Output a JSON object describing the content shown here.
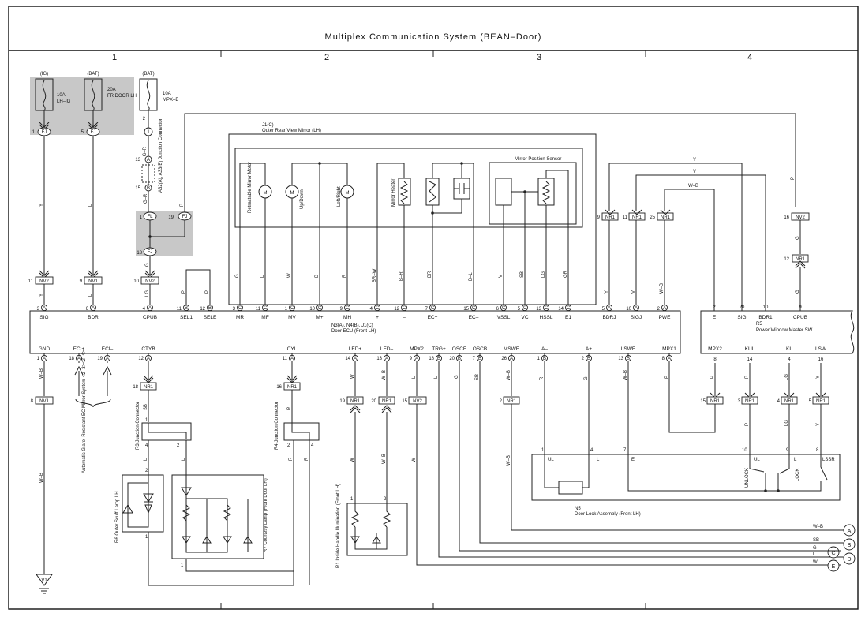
{
  "title": "Multiplex Communication System (BEAN–Door)",
  "columns": [
    "1",
    "2",
    "3",
    "4"
  ],
  "fuses": [
    {
      "id": "fuse-lhig",
      "supply": "(IG)",
      "rating": "10A",
      "name": "LH–IG",
      "pin": "1",
      "conn": "FJ"
    },
    {
      "id": "fuse-frdoor",
      "supply": "(BAT)",
      "rating": "20A",
      "name": "FR DOOR LH",
      "pin": "5",
      "conn": "FJ"
    },
    {
      "id": "fuse-mpxb",
      "supply": "(BAT)",
      "rating": "10A",
      "name": "MPX–B",
      "pin": "2",
      "conn": "1"
    }
  ],
  "junction_connector": {
    "label": "A32(A), A33(B) Junction Connector",
    "pin_a": "13",
    "conn_a": "A",
    "pin_b": "15",
    "conn_b": "B"
  },
  "jc_pins": [
    {
      "pin": "1",
      "conn": "FL"
    },
    {
      "pin": "19",
      "conn": "FJ"
    },
    {
      "pin": "18",
      "conn": "FJ"
    }
  ],
  "mirror": {
    "ref": "J1(C)",
    "name": "Outer Rear View Mirror (LH)",
    "sensor_label": "Mirror Position Sensor",
    "motors": [
      "Retractable Mirror Motor",
      "Up/Down",
      "Left/Right"
    ],
    "motor_symbol": "M",
    "heater": "Mirror Heater"
  },
  "ecu": {
    "ref": "N3(A), N4(B), J1(C)",
    "name": "Door ECU (Front LH)",
    "top_terminals": [
      {
        "n": "3",
        "c": "A",
        "label": "SIG"
      },
      {
        "n": "6",
        "c": "A",
        "label": "BDR"
      },
      {
        "n": "4",
        "c": "A",
        "label": "CPUB"
      },
      {
        "n": "11",
        "c": "B",
        "label": "SEL1"
      },
      {
        "n": "12",
        "c": "B",
        "label": "SELE"
      },
      {
        "n": "3",
        "c": "C",
        "label": "MR"
      },
      {
        "n": "11",
        "c": "C",
        "label": "MF"
      },
      {
        "n": "1",
        "c": "C",
        "label": "MV"
      },
      {
        "n": "10",
        "c": "C",
        "label": "M+"
      },
      {
        "n": "9",
        "c": "C",
        "label": "MH"
      },
      {
        "n": "4",
        "c": "C",
        "label": "+"
      },
      {
        "n": "12",
        "c": "C",
        "label": "–"
      },
      {
        "n": "7",
        "c": "C",
        "label": "EC+"
      },
      {
        "n": "15",
        "c": "C",
        "label": "EC–"
      },
      {
        "n": "6",
        "c": "C",
        "label": "VSSL"
      },
      {
        "n": "5",
        "c": "C",
        "label": "VC"
      },
      {
        "n": "13",
        "c": "C",
        "label": "HSSL"
      },
      {
        "n": "14",
        "c": "C",
        "label": "E1"
      },
      {
        "n": "5",
        "c": "A",
        "label": "BDRJ"
      },
      {
        "n": "10",
        "c": "A",
        "label": "SIGJ"
      },
      {
        "n": "2",
        "c": "A",
        "label": "PWE"
      }
    ],
    "bottom_terminals": [
      {
        "n": "1",
        "c": "A",
        "label": "GND"
      },
      {
        "n": "18",
        "c": "A",
        "label": "ECI+"
      },
      {
        "n": "19",
        "c": "A",
        "label": "ECI–"
      },
      {
        "n": "12",
        "c": "A",
        "label": "CTYB"
      },
      {
        "n": "11",
        "c": "A",
        "label": "CYL"
      },
      {
        "n": "14",
        "c": "A",
        "label": "LED+"
      },
      {
        "n": "13",
        "c": "A",
        "label": "LED–"
      },
      {
        "n": "9",
        "c": "A",
        "label": "MPX2"
      },
      {
        "n": "18",
        "c": "B",
        "label": "TRG+"
      },
      {
        "n": "20",
        "c": "B",
        "label": "OSCE"
      },
      {
        "n": "7",
        "c": "B",
        "label": "OSCB"
      },
      {
        "n": "26",
        "c": "A",
        "label": "MSWE"
      },
      {
        "n": "1",
        "c": "B",
        "label": "A–"
      },
      {
        "n": "2",
        "c": "B",
        "label": "A+"
      },
      {
        "n": "13",
        "c": "B",
        "label": "LSWE"
      },
      {
        "n": "8",
        "c": "A",
        "label": "MPX1"
      }
    ]
  },
  "pws": {
    "ref": "R5",
    "name": "Power Window Master SW",
    "top_terminals": [
      {
        "n": "2",
        "label": "E"
      },
      {
        "n": "20",
        "label": "SIG"
      },
      {
        "n": "10",
        "label": "BDR1"
      },
      {
        "n": "9",
        "label": "CPUB"
      }
    ],
    "bottom_terminals": [
      {
        "n": "8",
        "label": "MPX2"
      },
      {
        "n": "14",
        "label": "KUL"
      },
      {
        "n": "4",
        "label": "KL"
      },
      {
        "n": "16",
        "label": "LSW"
      }
    ]
  },
  "wire_colors": [
    "Y",
    "L",
    "G–R",
    "P",
    "LG",
    "G",
    "W",
    "B",
    "R",
    "BR–W",
    "B–R",
    "BR",
    "B–L",
    "V",
    "SB",
    "GR",
    "W–B"
  ],
  "connector_tags": {
    "nv1": "NV1",
    "nv2": "NV2",
    "nr1": "NR1",
    "fj": "FJ",
    "fl": "FL"
  },
  "tag_pins": {
    "nv2_a": "11",
    "nv1_a": "9",
    "nv2_b": "10",
    "nr1_bdrj": "9",
    "nr1_sigj": "11",
    "nr1_pwe": "25",
    "nv2_c": "16",
    "nr1_c": "12",
    "nv1_gnd": "8",
    "nr1_ctyb": "18",
    "nr1_cyl": "16",
    "nr1_led1": "19",
    "nr1_led2": "20",
    "nv2_mpx": "15",
    "nr1_mswe": "2",
    "nr1_mpx1": "15",
    "nr1_kul": "3",
    "nr1_kl": "4",
    "nr1_lsw": "5"
  },
  "connectors": {
    "r3": "R3 Junction Connector",
    "r4": "R4 Junction Connector",
    "r6": "R6 Outer Scuff Lamp LH",
    "r7": "R7 Courtesy Lamp (Front Door LH)",
    "r1": "R1 Inside Handle Illumination (Front LH)",
    "n5": "N5",
    "n5_name": "Door Lock Assembly (Front LH)",
    "eci_note": "Automatic Glare–Resistant EC Mirror System <2–3><2–4>"
  },
  "door_lock_terminals": [
    "UL",
    "L",
    "E",
    "UL",
    "L",
    "LSSR"
  ],
  "door_lock_pins": [
    "1",
    "4",
    "7",
    "10",
    "9",
    "8"
  ],
  "switch_labels": [
    "UNLOCK",
    "LOCK"
  ],
  "ground": "V1",
  "off_page": [
    {
      "letter": "A",
      "color": "W–B"
    },
    {
      "letter": "B",
      "color": "SB"
    },
    {
      "letter": "C",
      "color": "G"
    },
    {
      "letter": "D",
      "color": "L"
    },
    {
      "letter": "E",
      "color": "W"
    }
  ],
  "pin_numbers": [
    "1",
    "2",
    "3",
    "4",
    "5",
    "6",
    "7",
    "8",
    "9",
    "10",
    "11",
    "12",
    "13",
    "14",
    "15",
    "16",
    "18",
    "19",
    "20",
    "25",
    "26"
  ]
}
